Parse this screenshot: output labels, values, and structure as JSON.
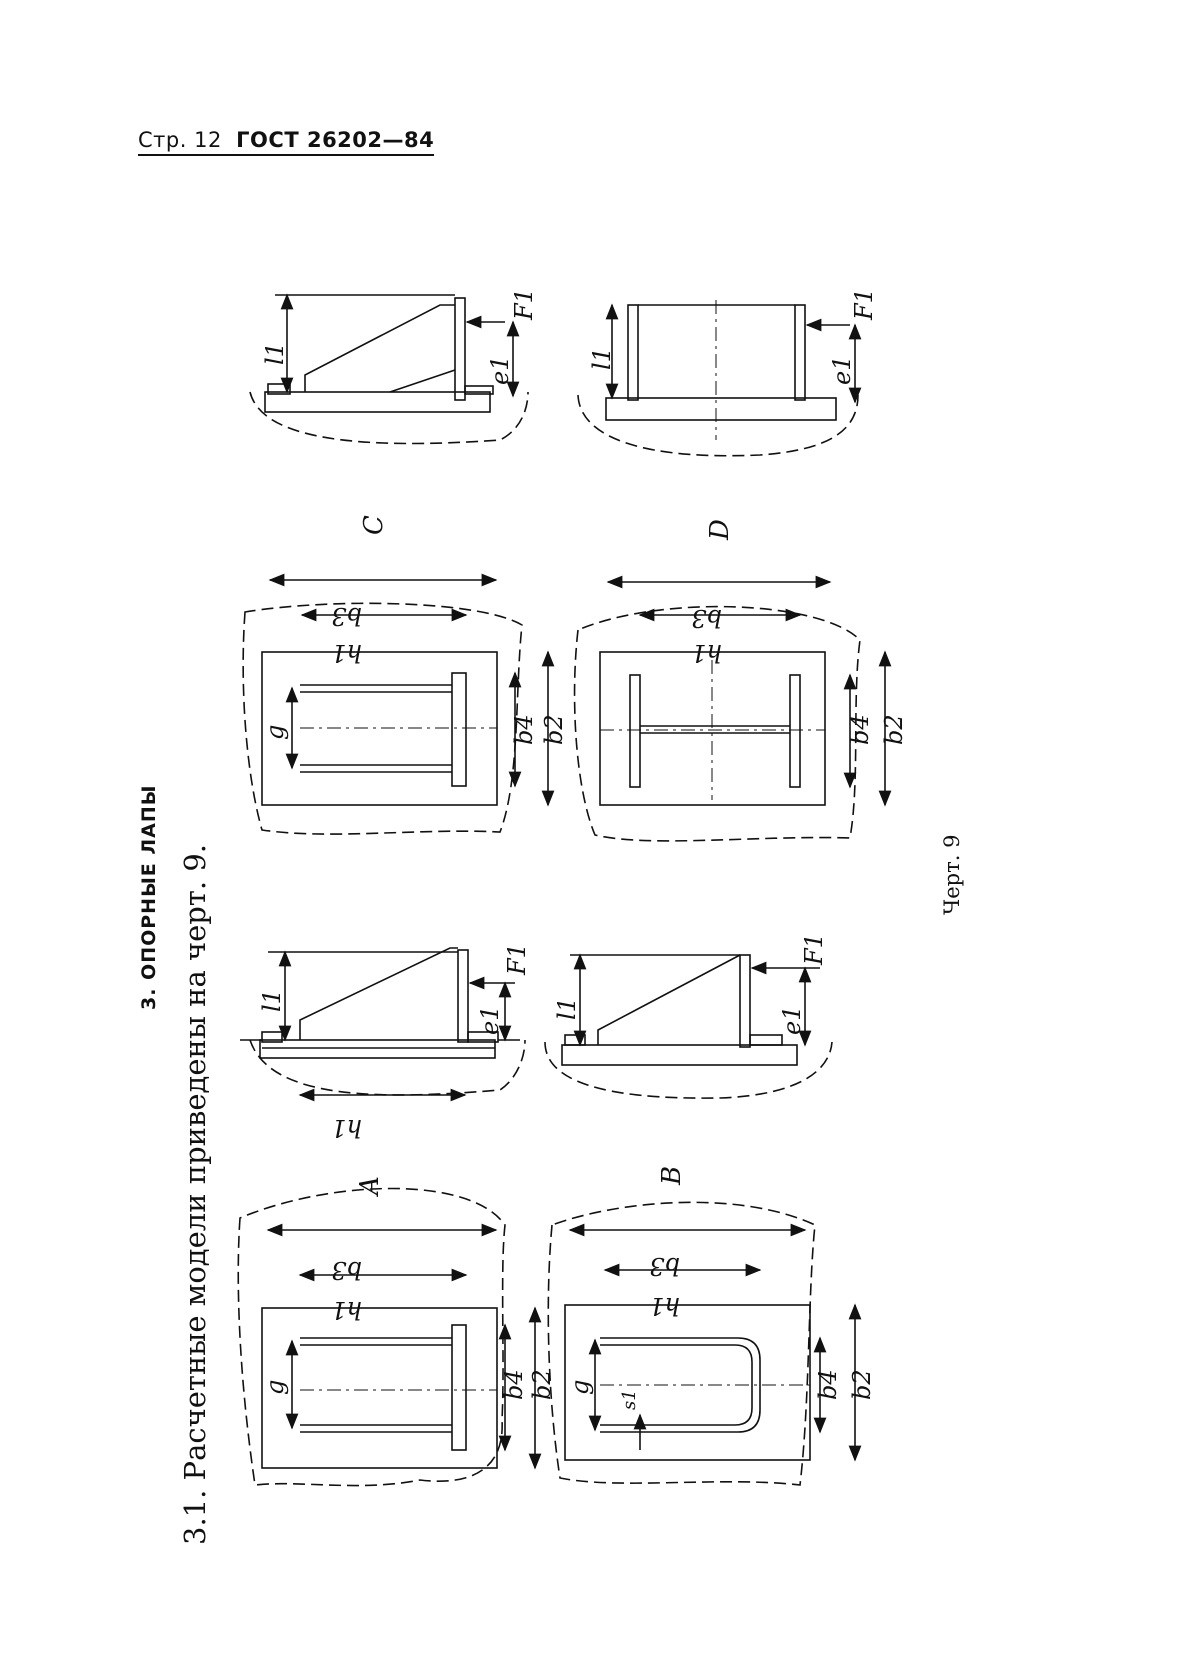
{
  "header": {
    "page": "Стр. 12",
    "standard": "ГОСТ 26202—84"
  },
  "section": {
    "title": "3. ОПОРНЫЕ ЛАПЫ"
  },
  "paragraph": {
    "text": "3.1. Расчетные модели приведены на черт. 9."
  },
  "caption": {
    "text": "Черт. 9"
  },
  "figure": {
    "variants": [
      "A",
      "B",
      "C",
      "D"
    ],
    "dims": {
      "b3": "b3",
      "h1": "h1",
      "g": "g",
      "b4": "b4",
      "b2": "b2",
      "l1": "l1",
      "e1": "e1",
      "F1": "F1",
      "s1": "s1"
    }
  }
}
